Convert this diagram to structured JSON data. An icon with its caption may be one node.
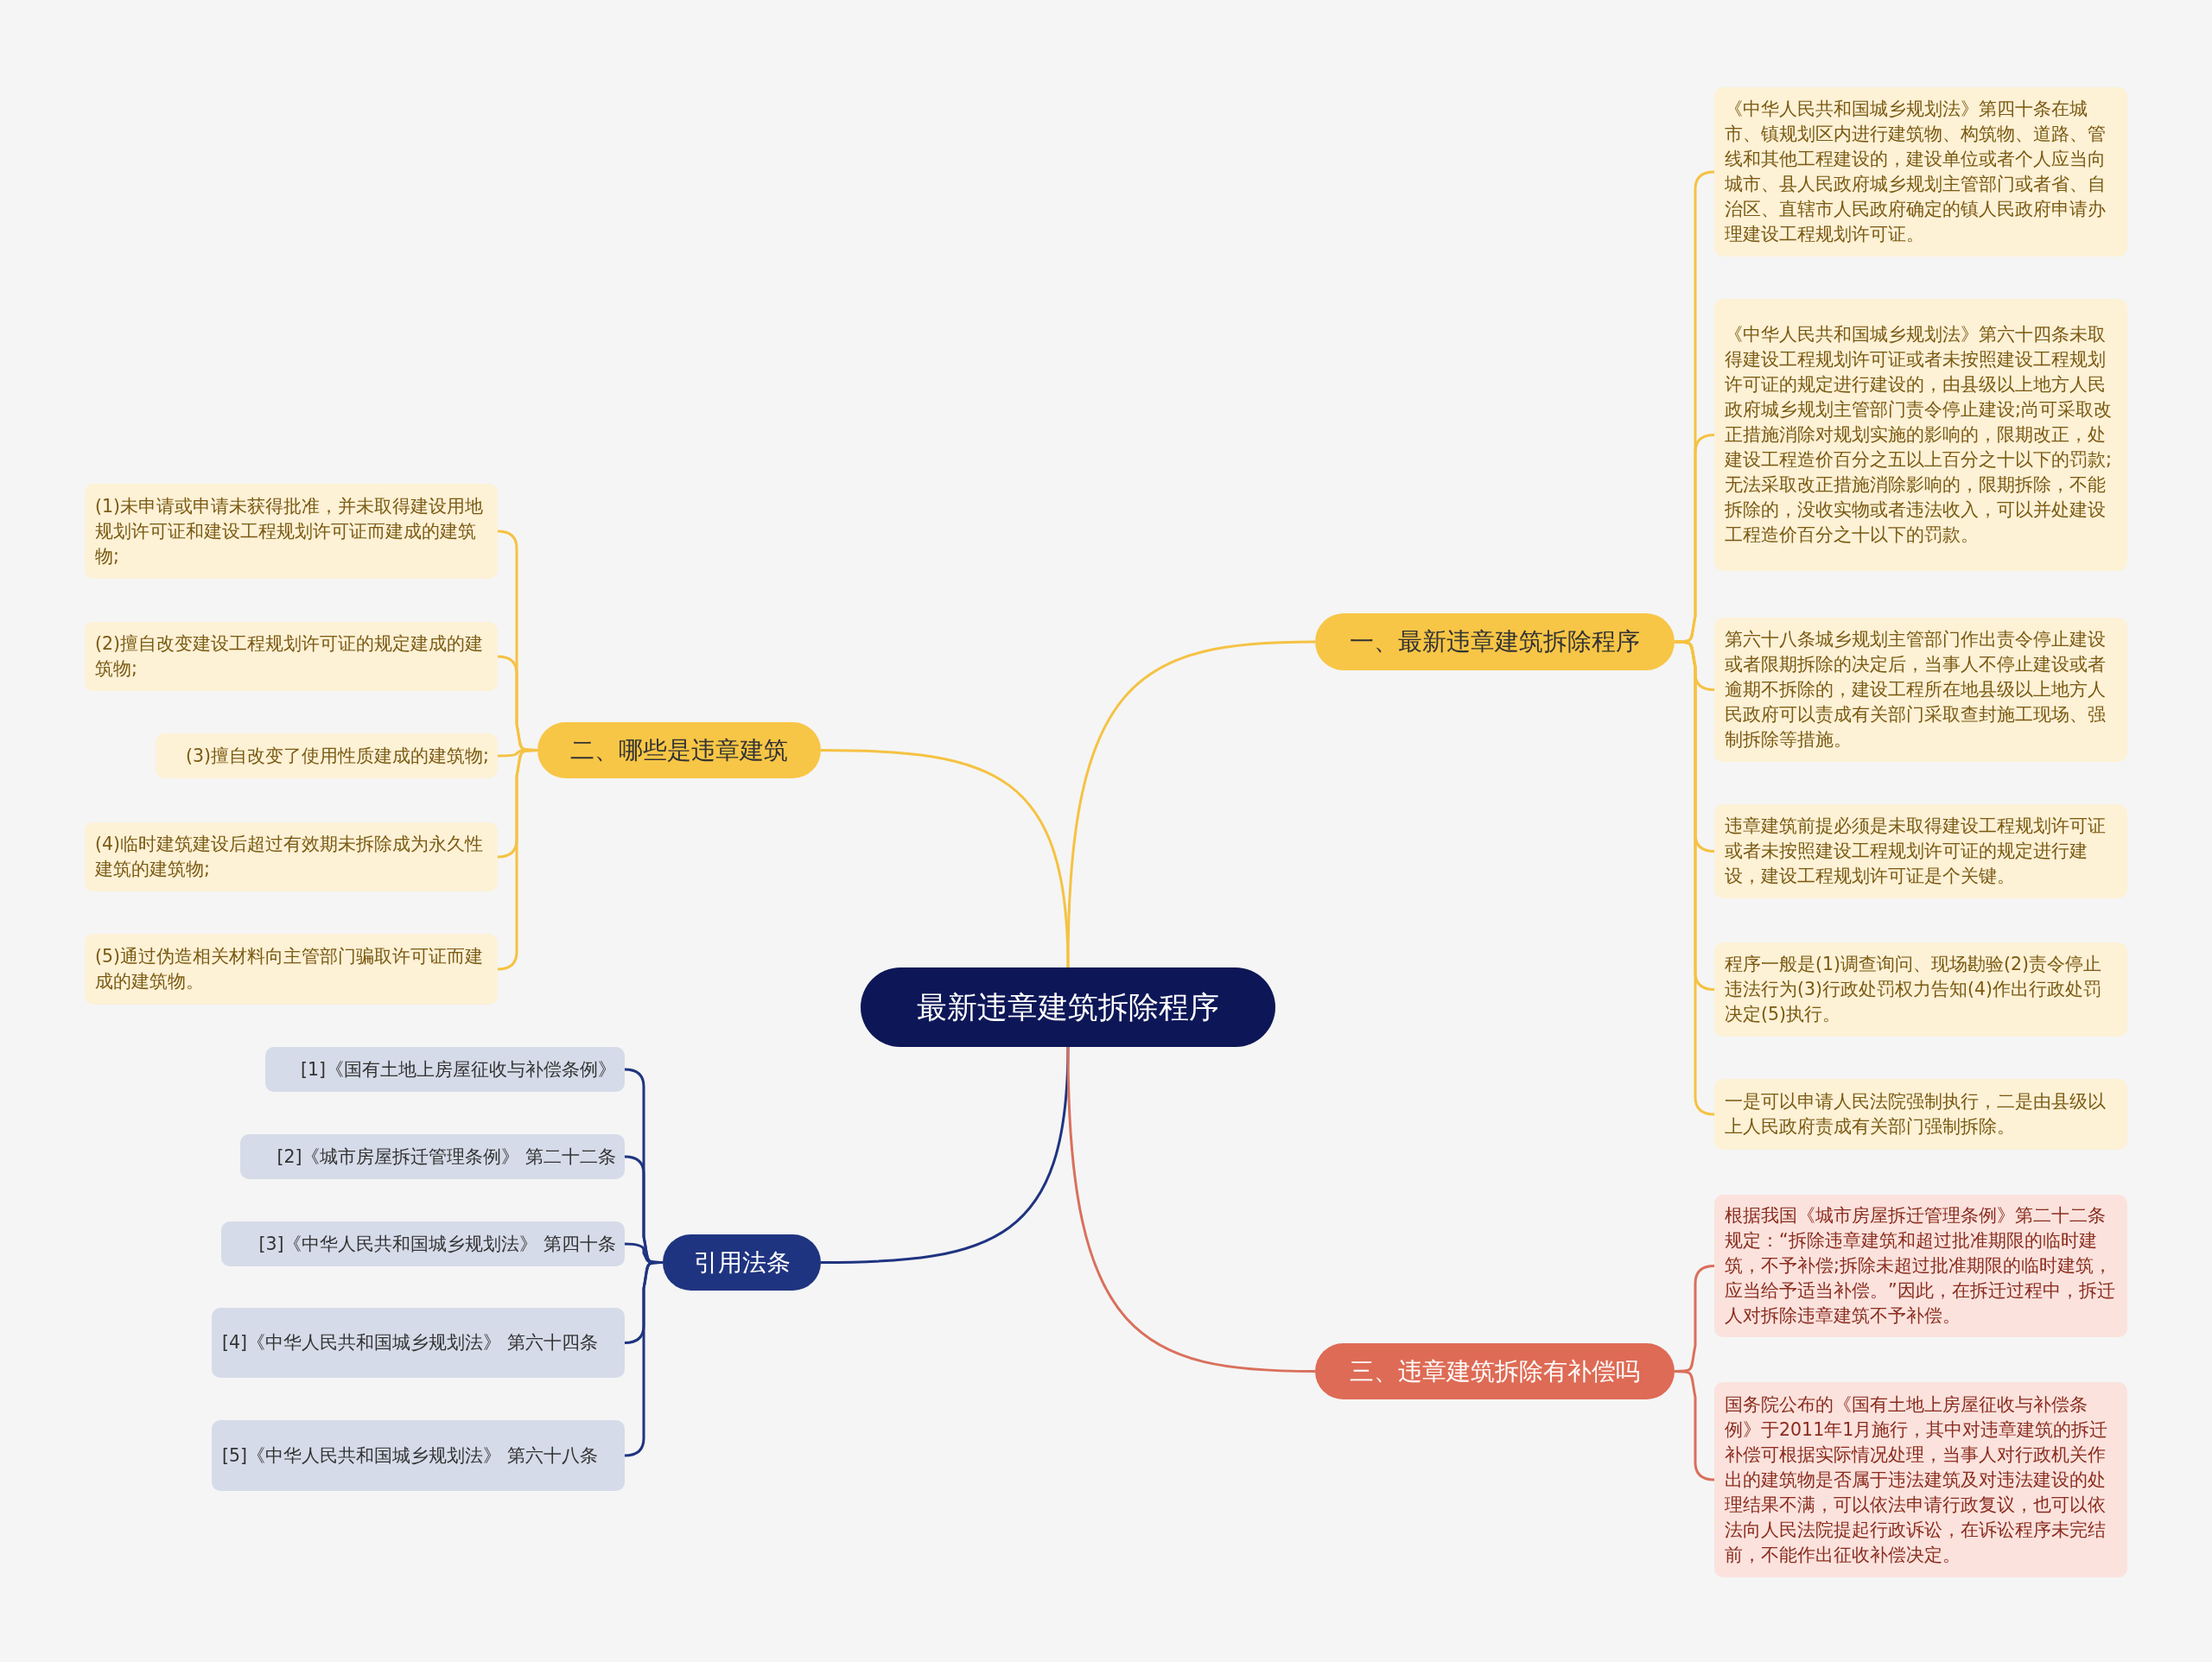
{
  "diagram": {
    "nodes": [
      {
        "text": [
          "最新违章建筑拆除程序"
        ]
      },
      {
        "text": [
          "一、最新违章建筑拆除程序"
        ]
      },
      {
        "text": [
          "《中华人民共和国城乡规划法》第四十条在城市、镇规划区内进行建筑物、构筑物、道路、管线和其他工程建设的，建设单位或者个人应当向城市、县人民政府城乡规划主管部门或者省、自治区、直辖市人民政府确定的镇人民政府申请办理建设工程规划许可证。"
        ]
      },
      {
        "text": [
          "《中华人民共和国城乡规划法》第六十四条未取得建设工程规划许可证或者未按照建设工程规划许可证的规定进行建设的，由县级以上地方人民政府城乡规划主管部门责令停止建设;尚可采取改正措施消除对规划实施的影响的，限期改正，处建设工程造价百分之五以上百分之十以下的罚款;无法采取改正措施消除影响的，限期拆除，不能拆除的，没收实物或者违法收入，可以并处建设工程造价百分之十以下的罚款。"
        ]
      },
      {
        "text": [
          "第六十八条城乡规划主管部门作出责令停止建设或者限期拆除的决定后，当事人不停止建设或者逾期不拆除的，建设工程所在地县级以上地方人民政府可以责成有关部门采取查封施工现场、强制拆除等措施。"
        ]
      },
      {
        "text": [
          "违章建筑前提必须是未取得建设工程规划许可证或者未按照建设工程规划许可证的规定进行建设，建设工程规划许可证是个关键。"
        ]
      },
      {
        "text": [
          "程序一般是(1)调查询问、现场勘验(2)责令停止违法行为(3)行政处罚权力告知(4)作出行政处罚决定(5)执行。"
        ]
      },
      {
        "text": [
          "一是可以申请人民法院强制执行，二是由县级以上人民政府责成有关部门强制拆除。"
        ]
      },
      {
        "text": [
          "二、哪些是违章建筑"
        ]
      },
      {
        "text": [
          "(1)未申请或申请未获得批准，并未取得建设用地规划许可证和建设工程规划许可证而建成的建筑物;"
        ]
      },
      {
        "text": [
          "(2)擅自改变建设工程规划许可证的规定建成的建筑物;"
        ]
      },
      {
        "text": [
          "(3)擅自改变了使用性质建成的建筑物;"
        ]
      },
      {
        "text": [
          "(4)临时建筑建设后超过有效期未拆除成为永久性建筑的建筑物;"
        ]
      },
      {
        "text": [
          "(5)通过伪造相关材料向主管部门骗取许可证而建成的建筑物。"
        ]
      },
      {
        "text": [
          "引用法条"
        ]
      },
      {
        "text": [
          "[1]《国有土地上房屋征收与补偿条例》"
        ]
      },
      {
        "text": [
          "[2]《城市房屋拆迁管理条例》 第二十二条"
        ]
      },
      {
        "text": [
          "[3]《中华人民共和国城乡规划法》 第四十条"
        ]
      },
      {
        "text": [
          "[4]《中华人民共和国城乡规划法》 第六十四条"
        ]
      },
      {
        "text": [
          "[5]《中华人民共和国城乡规划法》 第六十八条"
        ]
      },
      {
        "text": [
          "三、违章建筑拆除有补偿吗"
        ]
      },
      {
        "text": [
          "根据我国《城市房屋拆迁管理条例》第二十二条规定：“拆除违章建筑和超过批准期限的临时建筑，不予补偿;拆除未超过批准期限的临时建筑，应当给予适当补偿。”因此，在拆迁过程中，拆迁人对拆除违章建筑不予补偿。"
        ]
      },
      {
        "text": [
          "国务院公布的《国有土地上房屋征收与补偿条例》于2011年1月施行，其中对违章建筑的拆迁补偿可根据实际情况处理，当事人对行政机关作出的建筑物是否属于违法建筑及对违法建设的处理结果不满，可以依法申请行政复议，也可以依法向人民法院提起行政诉讼，在诉讼程序未完结前，不能作出征收补偿决定。"
        ]
      }
    ],
    "edges": [
      {
        "from": 0,
        "to": 1,
        "arrow": "none"
      },
      {
        "from": 1,
        "to": 2,
        "arrow": "none"
      },
      {
        "from": 1,
        "to": 3,
        "arrow": "none"
      },
      {
        "from": 1,
        "to": 4,
        "arrow": "none"
      },
      {
        "from": 1,
        "to": 5,
        "arrow": "none"
      },
      {
        "from": 1,
        "to": 6,
        "arrow": "none"
      },
      {
        "from": 1,
        "to": 7,
        "arrow": "none"
      },
      {
        "from": 0,
        "to": 8,
        "arrow": "none"
      },
      {
        "from": 8,
        "to": 9,
        "arrow": "none"
      },
      {
        "from": 8,
        "to": 10,
        "arrow": "none"
      },
      {
        "from": 8,
        "to": 11,
        "arrow": "none"
      },
      {
        "from": 8,
        "to": 12,
        "arrow": "none"
      },
      {
        "from": 8,
        "to": 13,
        "arrow": "none"
      },
      {
        "from": 0,
        "to": 14,
        "arrow": "none",
        "color": "#1f3480"
      },
      {
        "from": 14,
        "to": 15,
        "arrow": "none",
        "color": "#1f3480"
      },
      {
        "from": 14,
        "to": 16,
        "arrow": "none",
        "color": "#1f3480"
      },
      {
        "from": 14,
        "to": 17,
        "arrow": "none",
        "color": "#1f3480"
      },
      {
        "from": 14,
        "to": 18,
        "arrow": "none",
        "color": "#1f3480"
      },
      {
        "from": 14,
        "to": 19,
        "arrow": "none",
        "color": "#1f3480"
      },
      {
        "from": 0,
        "to": 20,
        "arrow": "none",
        "color": "#d9705c"
      },
      {
        "from": 20,
        "to": 21,
        "arrow": "none",
        "color": "#d9705c"
      },
      {
        "from": 20,
        "to": 22,
        "arrow": "none",
        "color": "#d9705c"
      }
    ]
  }
}
